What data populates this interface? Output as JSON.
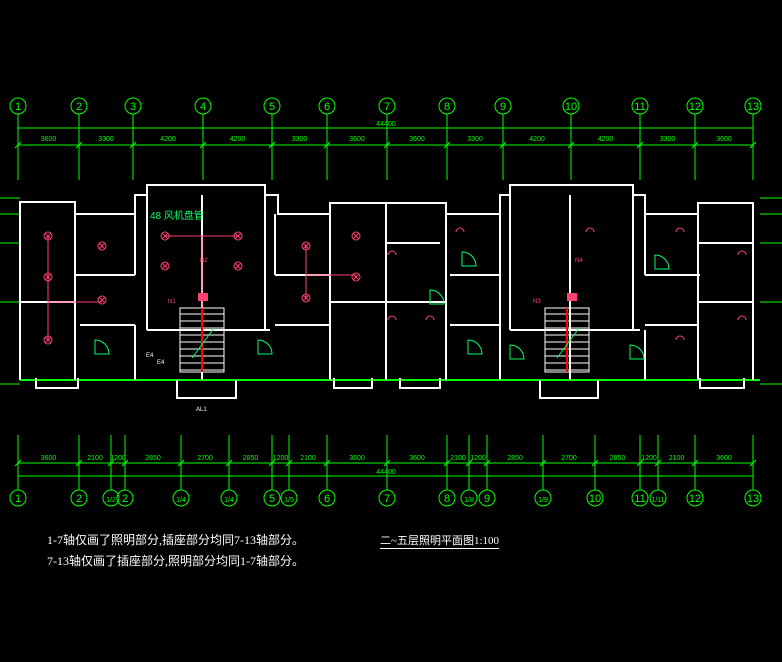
{
  "colors": {
    "background": "#000000",
    "wall": "#ffffff",
    "grid": "#00ff00",
    "fixture": "#ff4070",
    "stair": "#ff0000",
    "door": "#00ff66",
    "label": "#ffffff"
  },
  "top_axes": [
    "1",
    "2",
    "3",
    "4",
    "5",
    "6",
    "7",
    "8",
    "9",
    "10",
    "11",
    "12",
    "13"
  ],
  "top_total": "44400",
  "top_dims": [
    "3600",
    "3300",
    "4200",
    "4200",
    "3300",
    "3600",
    "3600",
    "3300",
    "4200",
    "4200",
    "3300",
    "3600"
  ],
  "bottom_axes": [
    "1",
    "2",
    "1/2",
    "2",
    "1/4",
    "1/4",
    "5",
    "1/5",
    "6",
    "7",
    "8",
    "1/8",
    "9",
    "1/9",
    "10",
    "11",
    "1/11",
    "12",
    "13"
  ],
  "bottom_total": "44400",
  "bottom_dims": [
    "3600",
    "2100",
    "1200",
    "2850",
    "2700",
    "2850",
    "1200",
    "2100",
    "3600",
    "3600",
    "2100",
    "1200",
    "2850",
    "2700",
    "2850",
    "1200",
    "2100",
    "3600"
  ],
  "plan": {
    "room_label": "48 风机盘管",
    "node_labels": [
      "N1",
      "N2",
      "N3",
      "N4"
    ],
    "fixture_codes": [
      "E4",
      "E4"
    ],
    "panel_label": "AL1"
  },
  "notes": {
    "line1": "1-7轴仅画了照明部分,插座部分均同7-13轴部分。",
    "line2": "7-13轴仅画了插座部分,照明部分均同1-7轴部分。"
  },
  "drawing_title": "二~五层照明平面图1:100"
}
